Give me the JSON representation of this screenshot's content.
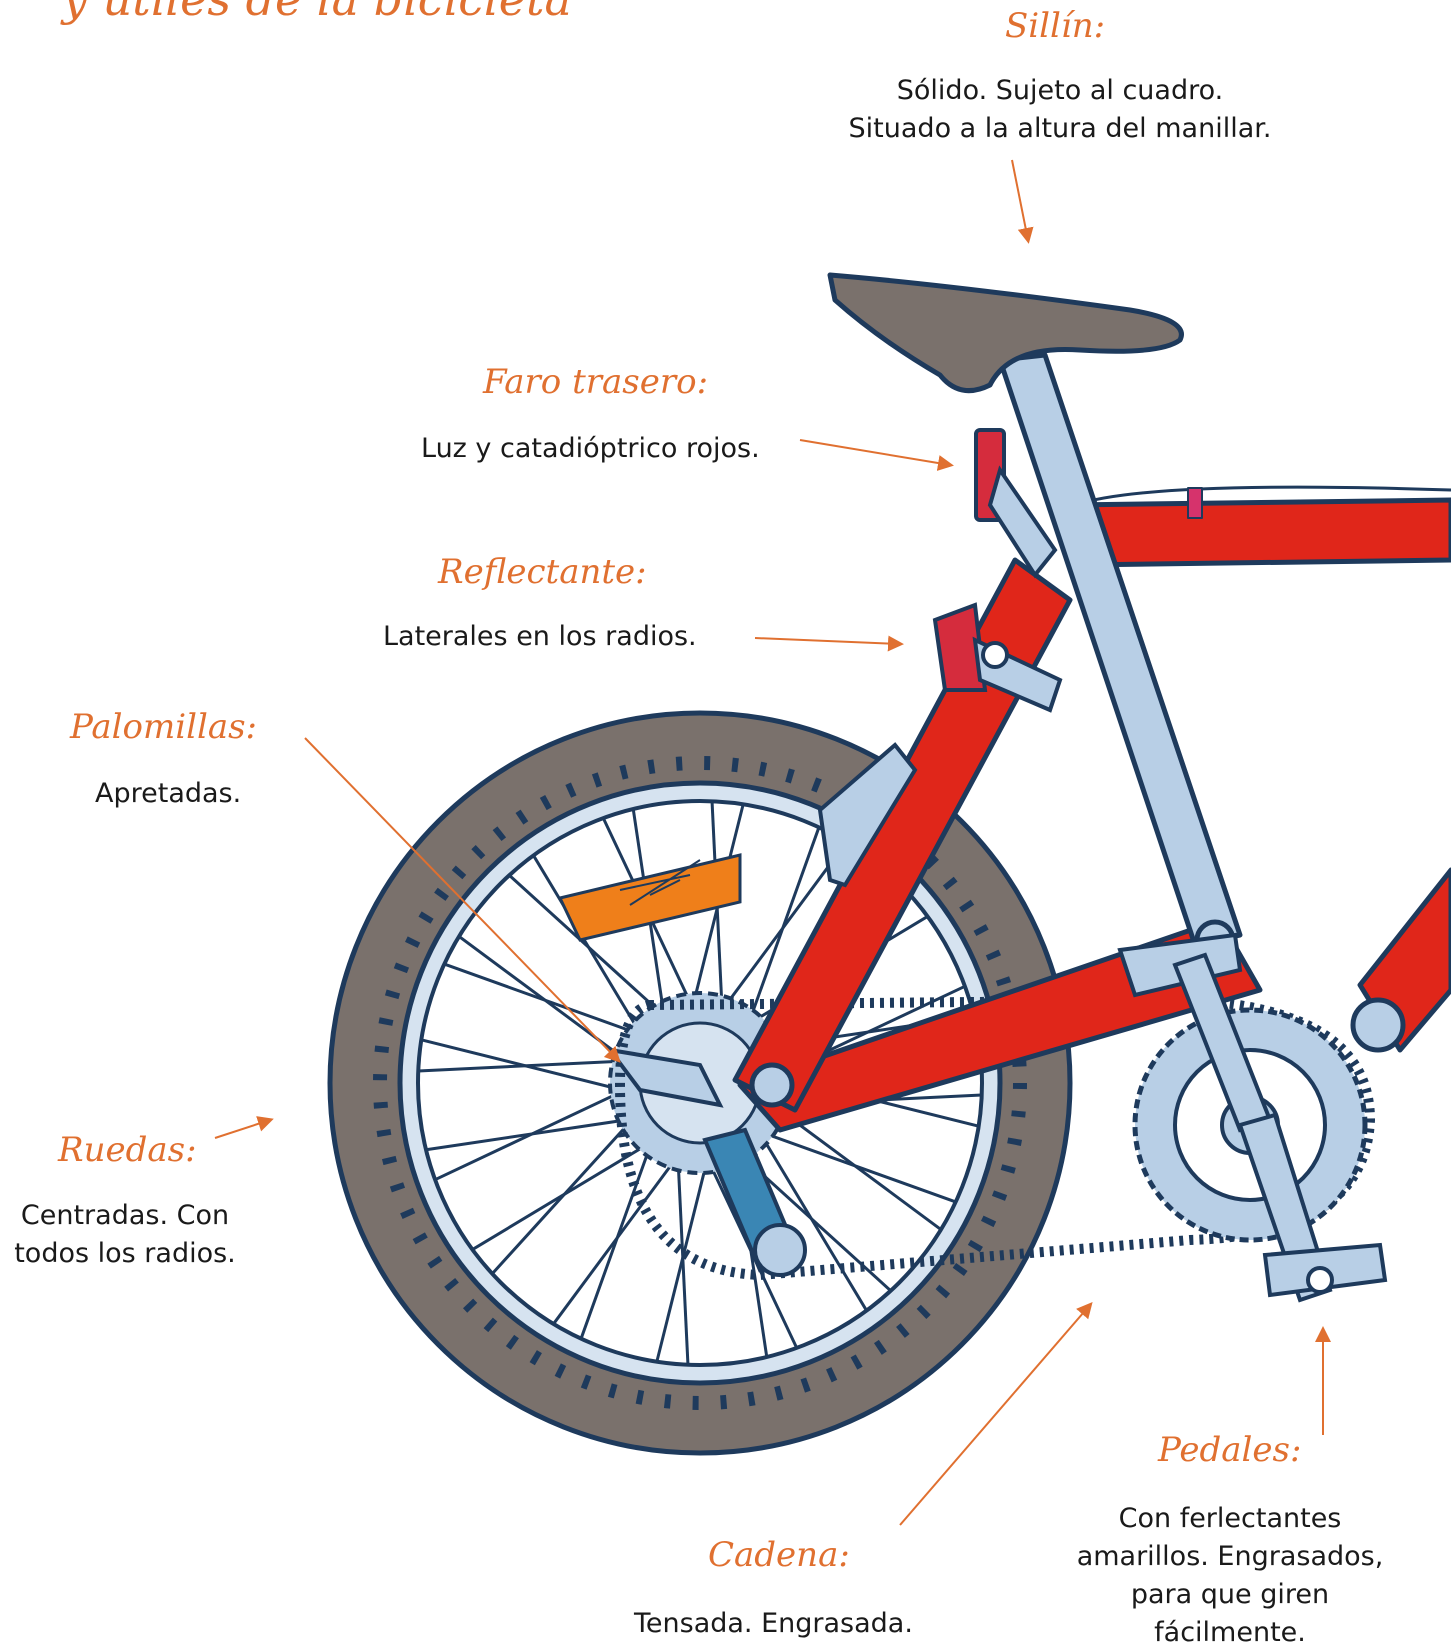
{
  "title_partial": "y útiles de la bicicleta",
  "accent_color": "#e07030",
  "labels": {
    "sillin": {
      "heading": "Sillín:",
      "lines": [
        "Sólido. Sujeto al cuadro.",
        "Situado a la altura del manillar."
      ]
    },
    "faro": {
      "heading": "Faro trasero:",
      "lines": [
        "Luz y catadióptrico rojos."
      ]
    },
    "reflectante": {
      "heading": "Reflectante:",
      "lines": [
        "Laterales en los radios."
      ]
    },
    "palomillas": {
      "heading": "Palomillas:",
      "lines": [
        "Apretadas."
      ]
    },
    "ruedas": {
      "heading": "Ruedas:",
      "lines": [
        "Centradas. Con",
        "todos los radios."
      ]
    },
    "pedales": {
      "heading": "Pedales:",
      "lines": [
        "Con ferlectantes",
        "amarillos. Engrasados,",
        "para que giren",
        "fácilmente."
      ]
    },
    "cadena": {
      "heading": "Cadena:",
      "lines": [
        "Tensada. Engrasada."
      ]
    }
  },
  "colors": {
    "frame": "#e0261a",
    "outline": "#1e3a5c",
    "tire": "#7a716c",
    "seatpost": "#b8cfe6",
    "reflector": "#ef7f1a",
    "light": "#d52c3d"
  }
}
